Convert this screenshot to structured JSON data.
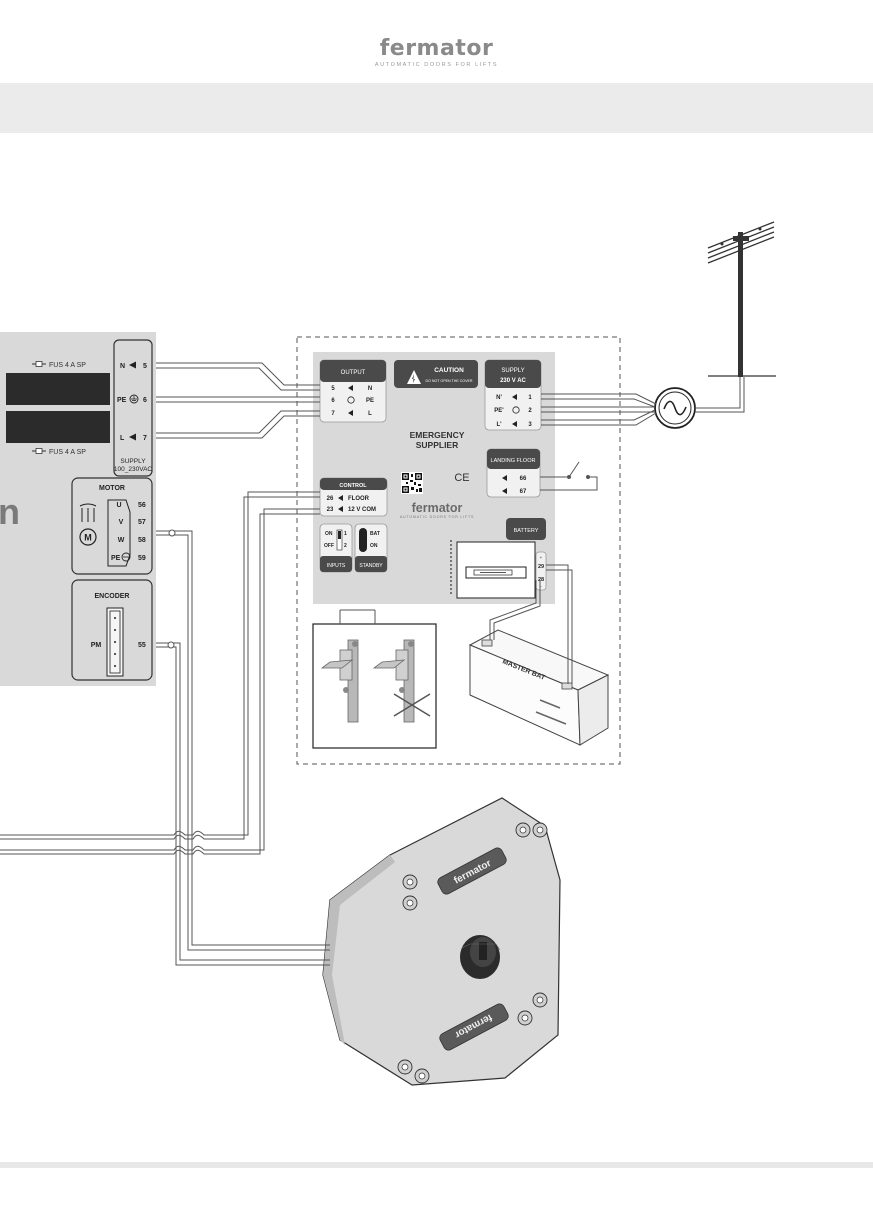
{
  "header": {
    "logo_name": "fermator",
    "logo_tagline": "AUTOMATIC DOORS FOR LIFTS"
  },
  "controller": {
    "fuse_top": "FUS 4 A SP",
    "fuse_bottom": "FUS 4 A SP",
    "logo_fragment": "n",
    "supply_terminals": [
      {
        "label": "N",
        "num": "5"
      },
      {
        "label": "PE",
        "num": "6"
      },
      {
        "label": "L",
        "num": "7"
      }
    ],
    "supply_label_1": "SUPPLY",
    "supply_label_2": "100_230VAC",
    "motor_title": "MOTOR",
    "motor_symbol": "M",
    "motor_terminals": [
      {
        "label": "U",
        "num": "56"
      },
      {
        "label": "V",
        "num": "57"
      },
      {
        "label": "W",
        "num": "58"
      },
      {
        "label": "PE",
        "num": "59"
      }
    ],
    "encoder_title": "ENCODER",
    "encoder_label": "PM",
    "encoder_num": "55"
  },
  "emergency": {
    "output_title": "OUTPUT",
    "output_rows": [
      {
        "num": "5",
        "label": "N"
      },
      {
        "num": "6",
        "label": "PE"
      },
      {
        "num": "7",
        "label": "L"
      }
    ],
    "caution_title": "CAUTION",
    "caution_text": "DO NOT OPEN THE COVER",
    "supply_title_1": "SUPPLY",
    "supply_title_2": "230 V AC",
    "supply_rows": [
      {
        "label": "N'",
        "num": "1"
      },
      {
        "label": "PE'",
        "num": "2"
      },
      {
        "label": "L'",
        "num": "3"
      }
    ],
    "name_1": "EMERGENCY",
    "name_2": "SUPPLIER",
    "landing_title": "LANDING FLOOR",
    "landing_rows": [
      "66",
      "67"
    ],
    "control_title": "CONTROL",
    "control_rows": [
      {
        "num": "26",
        "label": "FLOOR"
      },
      {
        "num": "23",
        "label": "12 V COM"
      }
    ],
    "ce_mark": "CE",
    "brand": "fermator",
    "brand_tagline": "AUTOMATIC DOORS FOR LIFTS",
    "inputs_on": "ON",
    "inputs_off": "OFF",
    "inputs_1": "1",
    "inputs_2": "2",
    "inputs_label": "INPUTS",
    "standby_bat": "BAT",
    "standby_on": "ON",
    "standby_label": "STANDBY",
    "battery_title": "BATTERY",
    "battery_plus": "+",
    "battery_minus": "-",
    "battery_29": "29",
    "battery_28": "28"
  },
  "battery_pack": {
    "label": "MASTER BAT"
  },
  "motor_unit": {
    "logo_top": "fermator",
    "logo_bottom": "fermator"
  },
  "colors": {
    "panel": "#d9d9d9",
    "dark_label": "#4a4a4a",
    "wire": "#555555",
    "logo": "#8a8a8a"
  }
}
